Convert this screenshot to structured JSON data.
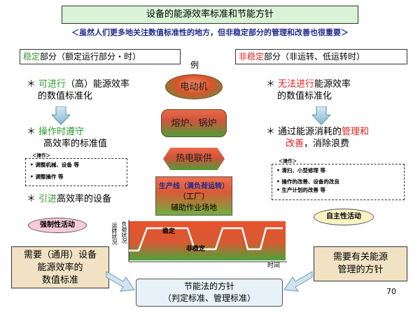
{
  "title": "设备的能源效率标准和节能方针",
  "subtitle": "＜虽然人们更多地关注数值标准性的地方，但非稳定部分的管理和改善也很重要＞",
  "example_label": "例",
  "left": {
    "head_colored": "稳定",
    "head_rest": "部分（额定运行部分・时）",
    "item1_star": "＊",
    "item1_pre": "可进行",
    "item1_mid": "（高）",
    "item1_post": "能源效率",
    "item1_line2": "的数值标准化",
    "item2_star": "＊",
    "item2_colored": "操作时遵守",
    "item2_line2": "高效率的标准值",
    "ops_label": "＜操作＞",
    "ops": [
      "• 调整机械、设备 等",
      "• 调整操作 等"
    ],
    "item3_star": "＊",
    "item3_colored": "引进",
    "item3_rest": "高效率的设备",
    "activity": "强制性活动",
    "callout_lines": [
      "需要（通用）设备",
      "能源效率的",
      "数值标准"
    ]
  },
  "right": {
    "head_colored": "非稳定",
    "head_rest": "部分（非运转、低运转时）",
    "item1_star": "＊",
    "item1_colored": "无法进行",
    "item1_rest": "能源效率",
    "item1_line2": "的数值标准化",
    "item2_star": "＊",
    "item2_pre": "通过能源消耗的",
    "item2_colored1": "管理和",
    "item2_colored2": "改善",
    "item2_rest": "，消除浪费",
    "ops_label": "＜操作＞",
    "ops": [
      "• 清扫、小型修理 等",
      "• 操作的改善、设备的改良",
      "• 生产计划的改善 等"
    ],
    "activity": "自主性活动",
    "callout_lines": [
      "需要有关能源",
      "管理的方针"
    ]
  },
  "center": {
    "motor": "电动机",
    "furnace": "熔炉、锅炉",
    "cogen": "热电联供",
    "line_colored": "生产线（满负荷运转）",
    "factory": "（工厂）",
    "aux": "辅助作业场地"
  },
  "graph": {
    "ylabel": "运转状况",
    "ylabel2": "负荷状况",
    "stable": "稳定",
    "unstable": "非稳定",
    "xlabel": "时间"
  },
  "bottom_scroll": [
    "节能法的方针",
    "（判定标准、管理标准）"
  ],
  "page_number": "70",
  "colors": {
    "title_bg": "#d9f3d6",
    "green": "#2e9b2e",
    "red": "#e02020",
    "navy": "#1f2a8a"
  }
}
